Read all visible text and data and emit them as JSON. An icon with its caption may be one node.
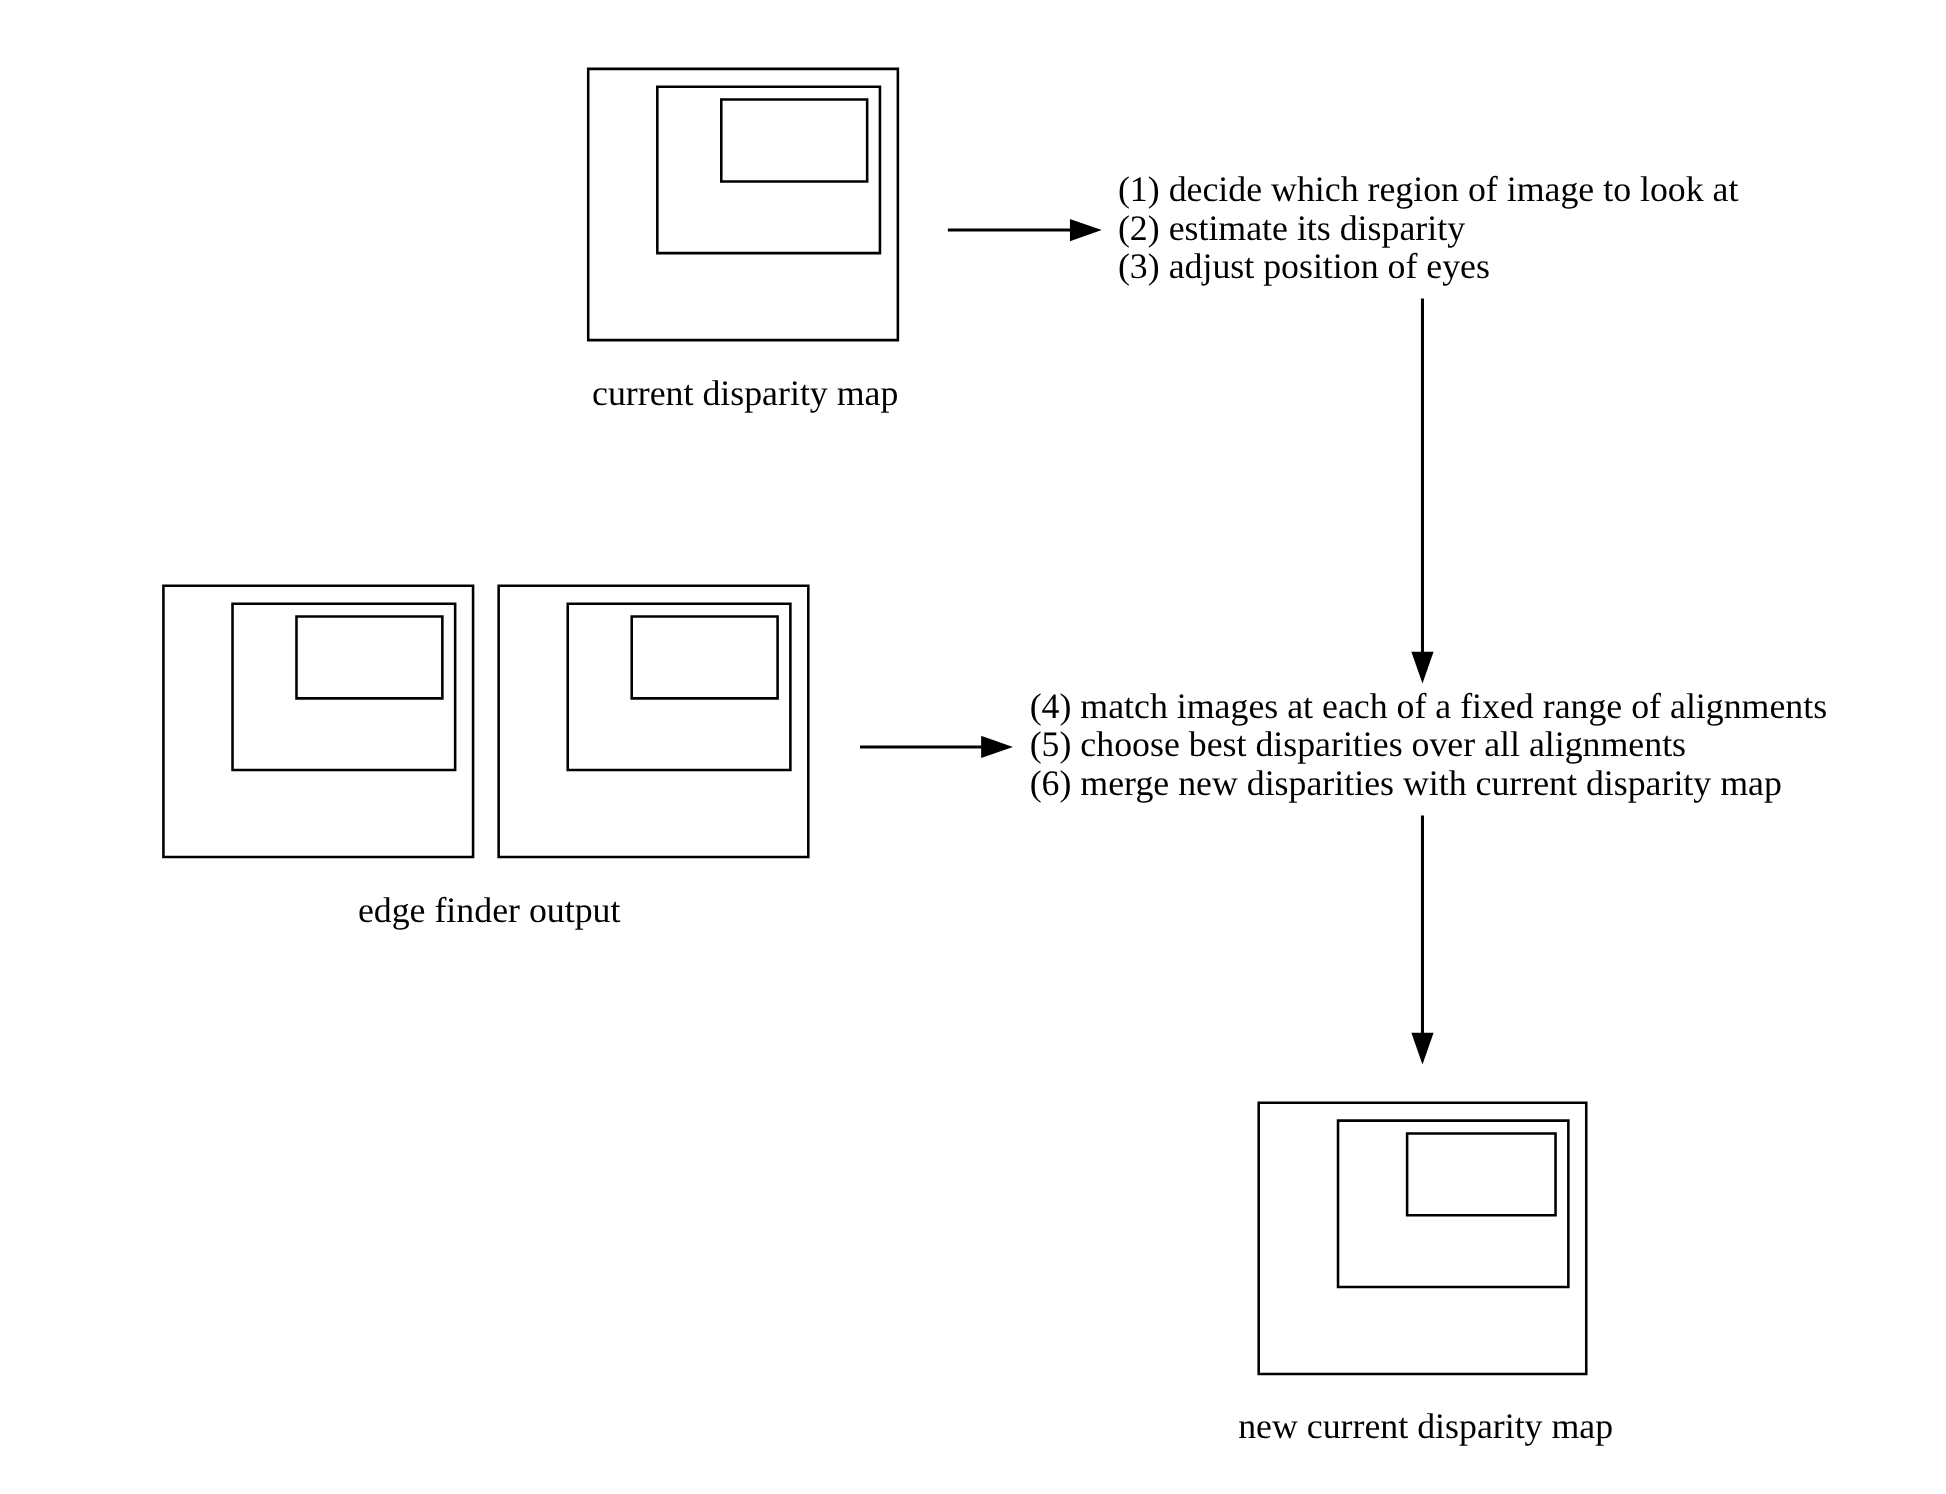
{
  "diagram": {
    "nodes": [
      {
        "text": [],
        "shape": "picture",
        "beside": [
          "current disparity map"
        ]
      },
      {
        "text": [
          "(1) decide which region of image to look at",
          "(2) estimate its disparity",
          "(3) adjust position of eyes"
        ]
      },
      {
        "text": [],
        "shape": "picture",
        "beside": [
          "edge finder output"
        ]
      },
      {
        "text": [
          "(4) match images at each of a fixed range of alignments",
          "(5) choose best disparities over all alignments",
          "(6) merge new disparities with current disparity map"
        ]
      },
      {
        "text": [],
        "shape": "picture",
        "beside": [
          "new current disparity map"
        ]
      }
    ],
    "edges": [
      {
        "from": 0,
        "to": 1,
        "arrow": "to"
      },
      {
        "from": 1,
        "to": 3,
        "arrow": "to"
      },
      {
        "from": 2,
        "to": 3,
        "arrow": "to"
      },
      {
        "from": 3,
        "to": 4,
        "arrow": "to"
      }
    ]
  }
}
